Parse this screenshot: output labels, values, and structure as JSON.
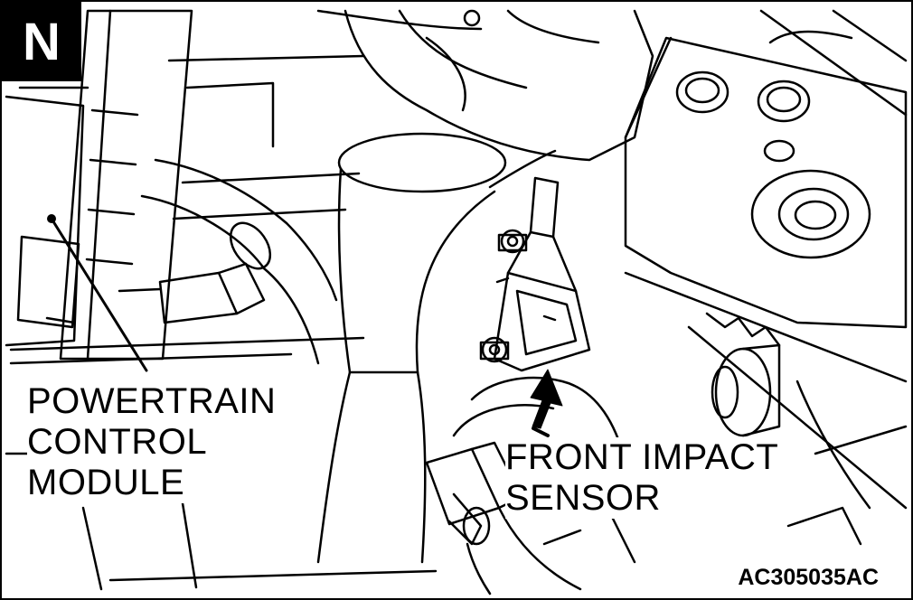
{
  "figure": {
    "view_badge": "N",
    "labels": {
      "pcm_line1": "POWERTRAIN",
      "pcm_line2": "CONTROL",
      "pcm_line3": "MODULE",
      "sensor_line1": "FRONT IMPACT",
      "sensor_line2": "SENSOR"
    },
    "figure_code": "AC305035AC"
  }
}
